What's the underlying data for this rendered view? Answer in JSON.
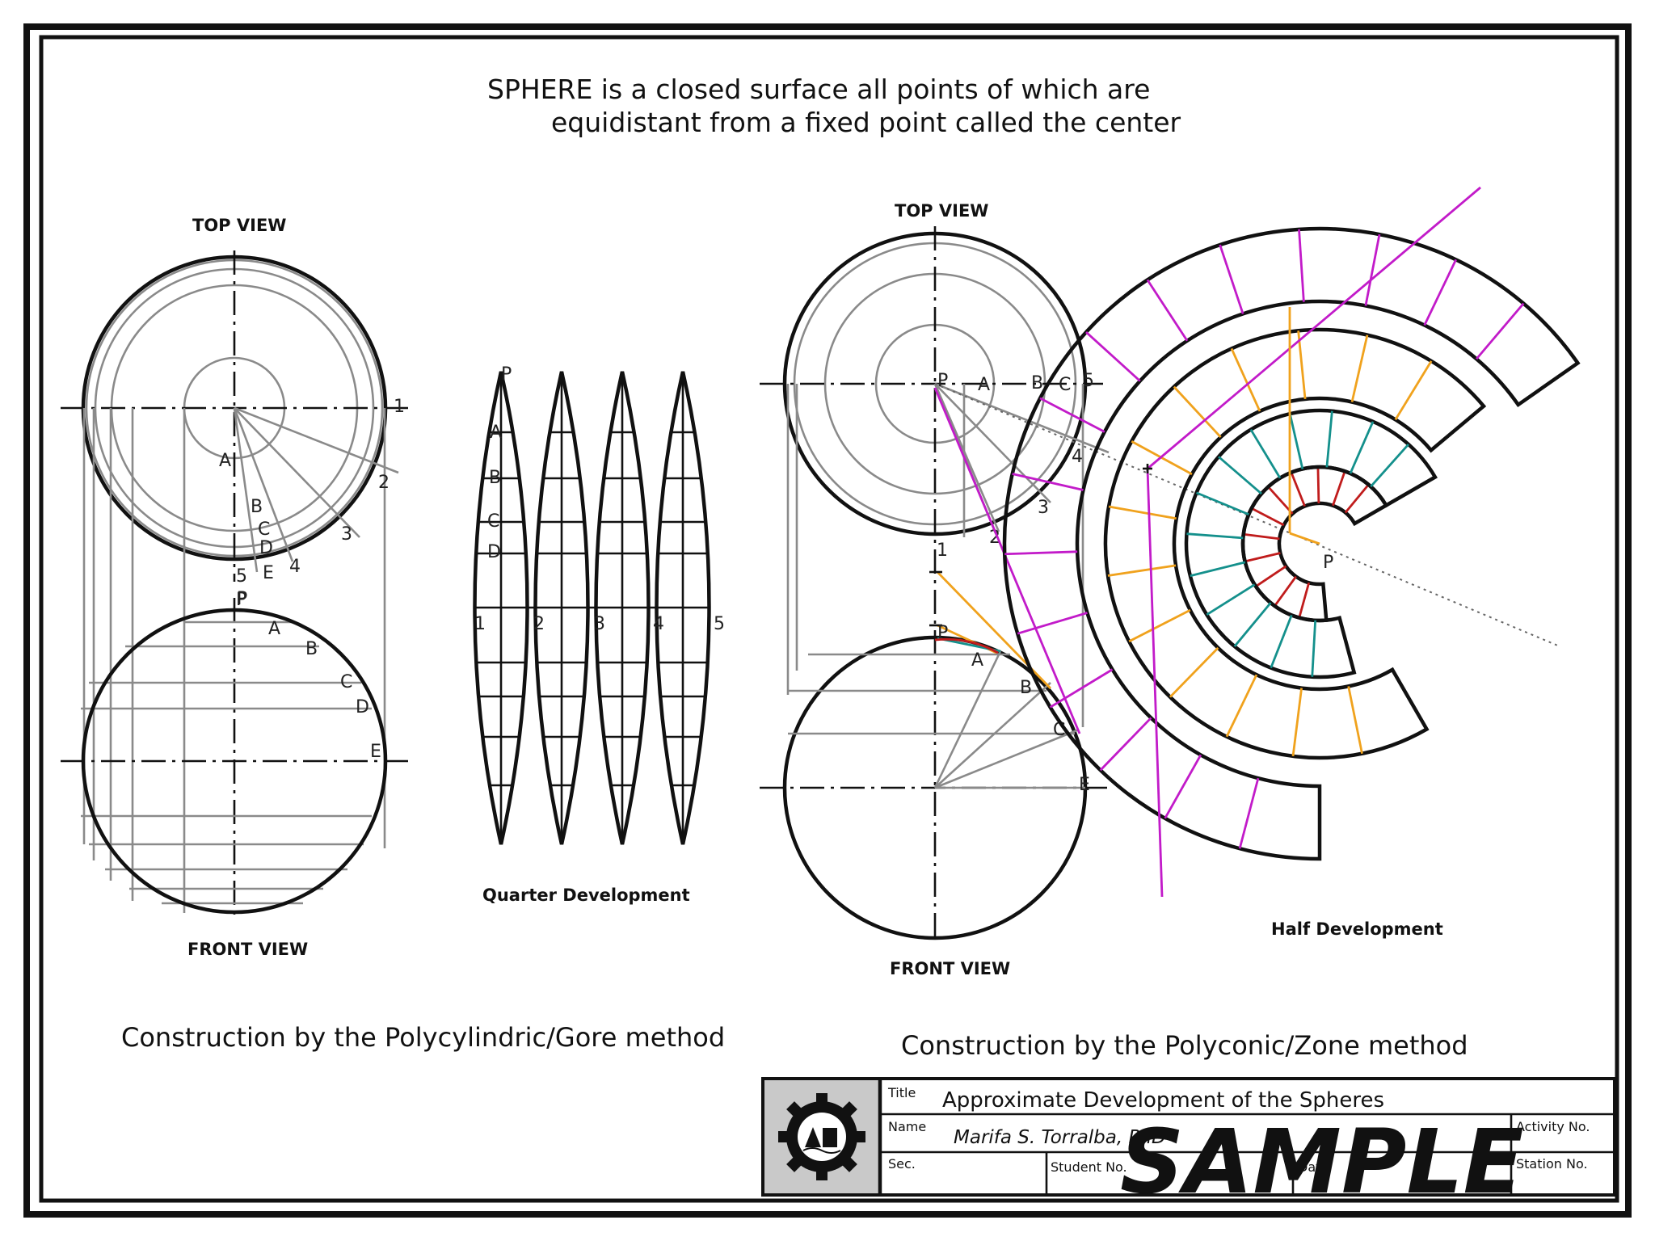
{
  "heading": {
    "line1": "SPHERE is a closed surface all points of which are",
    "line2": "equidistant from a fixed point called the center"
  },
  "left": {
    "top_view": "TOP VIEW",
    "front_view": "FRONT VIEW",
    "top_point_labels": [
      "A",
      "B",
      "C",
      "D",
      "E",
      "P"
    ],
    "top_number_labels": [
      "1",
      "2",
      "3",
      "4",
      "5"
    ],
    "front_point_labels": [
      "P",
      "A",
      "B",
      "C",
      "D",
      "E"
    ]
  },
  "quarter": {
    "title": "Quarter Development",
    "point_labels": [
      "P",
      "A",
      "B",
      "C",
      "D"
    ],
    "number_labels": [
      "1",
      "2",
      "3",
      "4",
      "5"
    ]
  },
  "middle": {
    "top_view": "TOP VIEW",
    "front_view": "FRONT VIEW",
    "top_labels": [
      "P",
      "A",
      "B",
      "C",
      "5",
      "4",
      "3",
      "2",
      "1"
    ],
    "front_labels": [
      "P",
      "A",
      "B",
      "C",
      "E"
    ]
  },
  "half": {
    "title": "Half Development",
    "center_label": "P"
  },
  "captions": {
    "gore": "Construction by the Polycylindric/Gore method",
    "zone": "Construction by the Polyconic/Zone method"
  },
  "title_block": {
    "title_label": "Title",
    "title_value": "Approximate Development of the Spheres",
    "name_label": "Name",
    "name_value": "Marifa S. Torralba, PhD",
    "activity_label": "Activity No.",
    "sec_label": "Sec.",
    "student_label": "Student No.",
    "date_label": "Date",
    "station_label": "Station No.",
    "watermark": "SAMPLE",
    "logo": "gear-emblem-logo"
  },
  "colors": {
    "magenta": "#c21bc9",
    "orange": "#f0a21d",
    "teal": "#14908c",
    "red": "#c01c1c",
    "grey": "#8a8a8a"
  }
}
